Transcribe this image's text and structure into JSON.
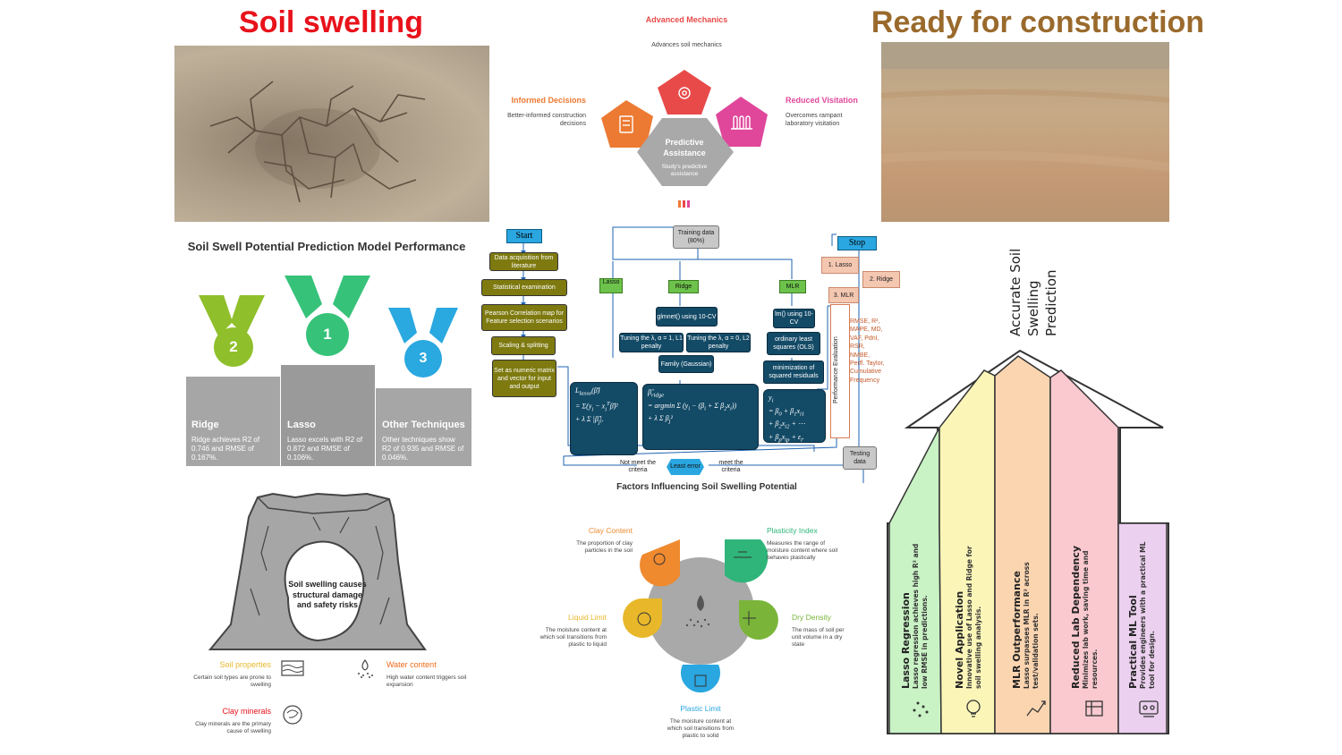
{
  "titles": {
    "left": "Soil swelling",
    "right": "Ready for construction"
  },
  "benefits": {
    "top": {
      "title": "Advanced Mechanics",
      "desc": "Advances soil mechanics"
    },
    "left": {
      "title": "Informed Decisions",
      "desc": "Better-informed construction decisions"
    },
    "right": {
      "title": "Reduced Visitation",
      "desc": "Overcomes rampant laboratory visitation"
    },
    "center": {
      "title": "Predictive Assistance",
      "desc": "Study's predictive assistance"
    },
    "colors": {
      "top": "#e84a4a",
      "left": "#ec7a32",
      "right": "#e0479b",
      "center": "#a9a9a9"
    }
  },
  "performance": {
    "title": "Soil Swell Potential Prediction Model Performance",
    "items": [
      {
        "rank": "2",
        "name": "Ridge",
        "desc": "Ridge achieves R2 of 0.746 and RMSE of 0.167%.",
        "color": "#8fbf2a"
      },
      {
        "rank": "1",
        "name": "Lasso",
        "desc": "Lasso excels with R2 of 0.872 and RMSE of 0.106%.",
        "color": "#37c27a"
      },
      {
        "rank": "3",
        "name": "Other Techniques",
        "desc": "Other techniques show R2 of 0.935 and RMSE of 0.046%.",
        "color": "#2aa8e0"
      }
    ]
  },
  "flowchart": {
    "start": "Start",
    "stop": "Stop",
    "steps": [
      "Data acquisition from literature",
      "Statistical examination",
      "Pearson Correlation map for Feature selection scenarios",
      "Scaling & splitting",
      "Set as numeric matrix and vector for input and output"
    ],
    "training": "Training data (80%)",
    "testing": "Testing data",
    "models": [
      "Lasso",
      "Ridge",
      "MLR"
    ],
    "glmnet": "glmnet() using 10-CV",
    "tune_lasso": "Tuning the λ, α = 1, L1 penalty",
    "tune_ridge": "Tuning the λ, α = 0, L2 penalty",
    "family": "Family (Gaussian)",
    "lm": "lm() using 10-CV",
    "ols": "ordinary least squares (OLS)",
    "minres": "minimization of squared residuals",
    "ranking": [
      "1. Lasso",
      "2. Ridge",
      "3. MLR"
    ],
    "perf_eval": "Performance Evaluation",
    "metrics": "RMSE, R², MAPE, MD, VAF, PdnI, RSR, NMBE, Perfl. Taylor, Cumulative Frequency",
    "least_error": "Least error",
    "not_meet": "Not meet the criteria",
    "meet": "meet the criteria"
  },
  "factors": {
    "title": "Factors Influencing Soil Swelling Potential",
    "items": [
      {
        "name": "Clay Content",
        "desc": "The proportion of clay particles in the soil",
        "color": "#ef8a2f"
      },
      {
        "name": "Plasticity Index",
        "desc": "Measures the range of moisture content where soil behaves plastically",
        "color": "#2fb57a"
      },
      {
        "name": "Liquid Limit",
        "desc": "The moisture content at which soil transitions from plastic to liquid",
        "color": "#e8b82a"
      },
      {
        "name": "Dry Density",
        "desc": "The mass of soil per unit volume in a dry state",
        "color": "#7ab53a"
      },
      {
        "name": "Plastic Limit",
        "desc": "The moisture content at which soil transitions from plastic to solid",
        "color": "#2aa6e0"
      }
    ]
  },
  "damage": {
    "center": "Soil swelling causes structural damage and safety risks",
    "items": [
      {
        "name": "Soil properties",
        "desc": "Certain soil types are prone to swelling",
        "color": "#e8b82a"
      },
      {
        "name": "Water content",
        "desc": "High water content triggers soil expansion",
        "color": "#ef6a1a"
      },
      {
        "name": "Clay minerals",
        "desc": "Clay minerals are the primary cause of swelling",
        "color": "#e8121b"
      }
    ]
  },
  "arrow": {
    "title": "Accurate Soil Swelling Prediction",
    "pillars": [
      {
        "name": "Lasso Regression",
        "desc": [
          "Lasso regression achieves high R² and",
          "low RMSE in predictions."
        ],
        "color": "#c9f2c5"
      },
      {
        "name": "Novel Application",
        "desc": [
          "Innovative use of Lasso and Ridge for",
          "soil swelling analysis."
        ],
        "color": "#fbf6b8"
      },
      {
        "name": "MLR Outperformance",
        "desc": [
          "Lasso surpasses MLR in R² across",
          "test/validation sets."
        ],
        "color": "#fbd5b0"
      },
      {
        "name": "Reduced Lab Dependency",
        "desc": [
          "Minimizes lab work, saving time and",
          "resources."
        ],
        "color": "#f9c9cf"
      },
      {
        "name": "Practical ML Tool",
        "desc": [
          "Provides engineers with a practical ML",
          "tool for design."
        ],
        "color": "#ecd0ef"
      }
    ]
  }
}
